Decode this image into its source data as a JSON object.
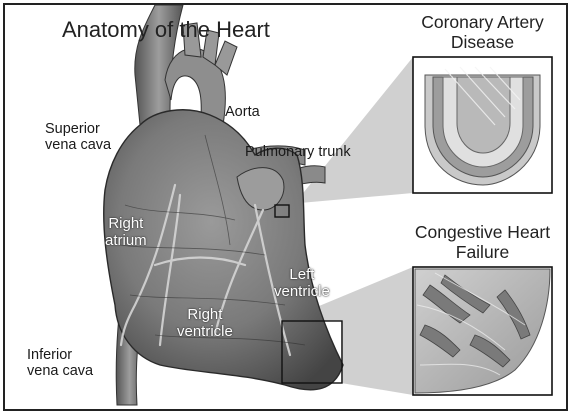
{
  "title": "Anatomy of the Heart",
  "insets": {
    "top_title": "Coronary Artery\nDisease",
    "bottom_title": "Congestive Heart\nFailure"
  },
  "labels": {
    "svc": "Superior\nvena cava",
    "aorta": "Aorta",
    "pulmonary": "Pulmonary trunk",
    "right_atrium": "Right\natrium",
    "left_ventricle": "Left\nventricle",
    "right_ventricle": "Right\nventricle",
    "ivc": "Inferior\nvena cava"
  }
}
